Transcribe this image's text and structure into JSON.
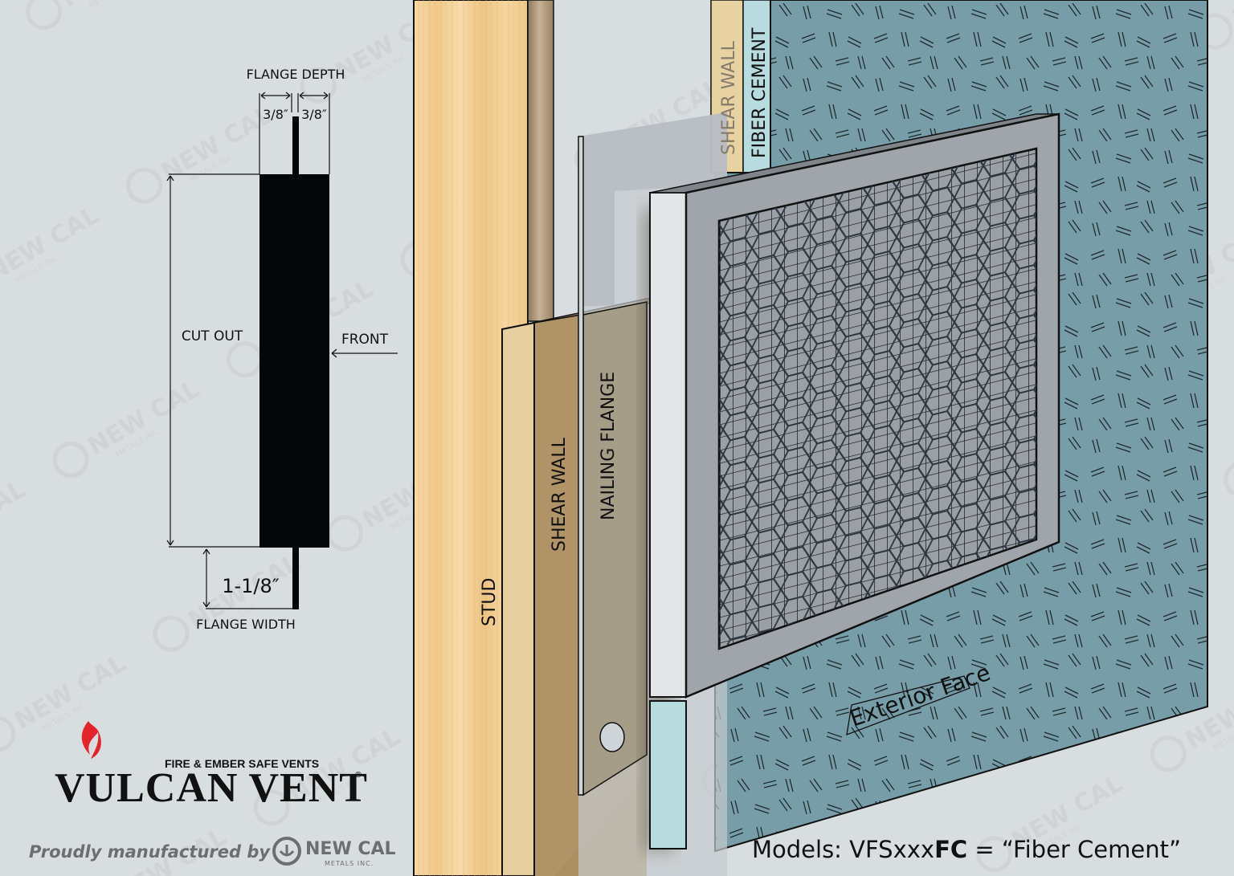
{
  "diagram": {
    "dimensions": {
      "flange_depth_label": "FLANGE DEPTH",
      "flange_depth_left": "3/8″",
      "flange_depth_right": "3/8″",
      "cut_out_label": "CUT OUT",
      "front_label": "FRONT",
      "flange_width_value": "1-1/8″",
      "flange_width_label": "FLANGE WIDTH"
    },
    "layers": {
      "stud": "STUD",
      "shear_wall_lower": "SHEAR WALL",
      "nailing_flange": "NAILING FLANGE",
      "shear_wall_upper": "SHEAR WALL",
      "fiber_cement": "FIBER CEMENT",
      "exterior_face": "Exterior Face"
    },
    "brand": {
      "tagline": "FIRE & EMBER SAFE VENTS",
      "name": "VULCAN VENT",
      "registered": "®",
      "manufactured_by": "Proudly manufactured by",
      "manufacturer_name": "NEW CAL",
      "manufacturer_sub": "METALS INC."
    },
    "models": {
      "prefix": "Models: VFSxxx",
      "code": "FC",
      "suffix": " = “Fiber Cement”"
    },
    "watermark": {
      "text": "NEW CAL",
      "sub": "METALS INC."
    },
    "colors": {
      "background": "#d8dde0",
      "stud_wood": "#f2cf95",
      "shear_wall_face": "#e6cf9e",
      "shear_wall_side": "#b09468",
      "nailing_flange": "#a69d89",
      "fiber_cement_face": "#779ea8",
      "fiber_cement_edge": "#b8dbe0",
      "vent_frame": "#9fa5aa",
      "vent_edge": "#e3e6e8",
      "cutout_block": "#050608",
      "flame": "#e3242b"
    }
  }
}
